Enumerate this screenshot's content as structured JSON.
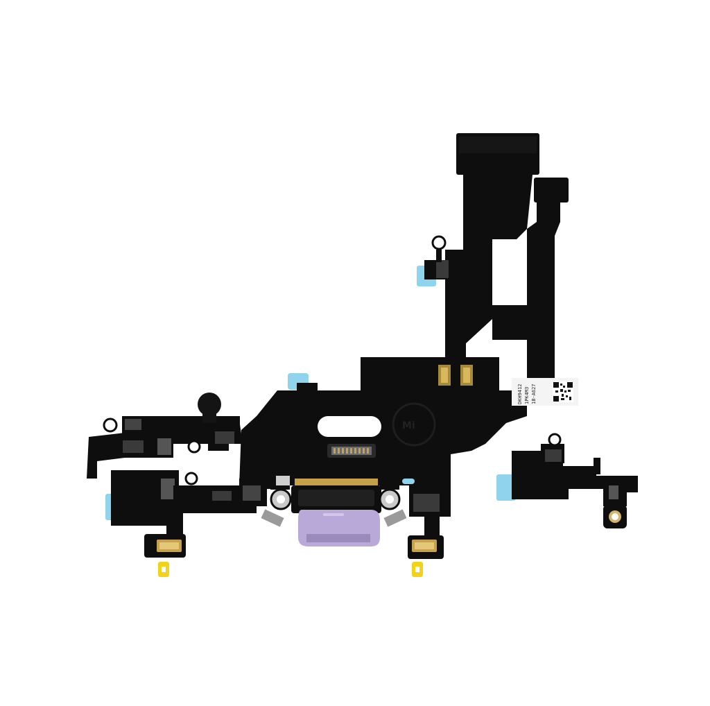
{
  "image": {
    "subject": "charging port flex cable",
    "colors": {
      "background": "#ffffff",
      "flex": "#0e0e0e",
      "flex_edge": "#1c1c1c",
      "port_housing": "#b9a9d8",
      "port_shadow": "#9b8bbd",
      "adhesive": "#8fd3ec",
      "contact_yellow": "#f2d21b",
      "contact_gold": "#c8a24a",
      "metal": "#c9c9c9",
      "label_white": "#f4f4f4",
      "component": "#3a3a3a"
    }
  },
  "label": {
    "line1": "DKH9412",
    "line2": "1PK4M3",
    "line3": "1B-A627"
  }
}
